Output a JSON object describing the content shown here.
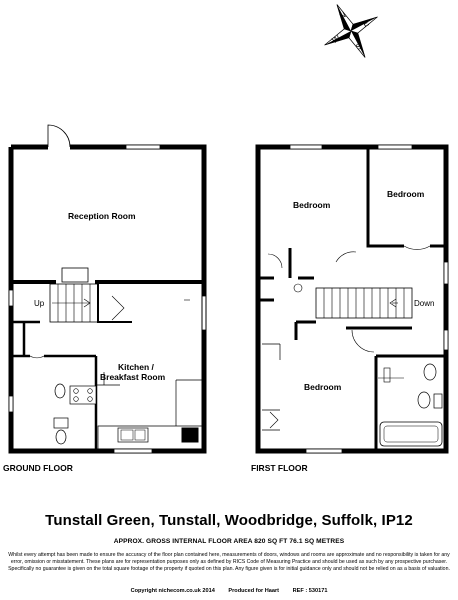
{
  "compass": {
    "n": "N",
    "e": "E",
    "s": "S",
    "w": "W"
  },
  "ground_floor": {
    "heading": "GROUND FLOOR",
    "rooms": {
      "reception": "Reception Room",
      "kitchen_line1": "Kitchen /",
      "kitchen_line2": "Breakfast Room"
    },
    "stairs_label": "Up"
  },
  "first_floor": {
    "heading": "FIRST FLOOR",
    "rooms": {
      "bedroom_1": "Bedroom",
      "bedroom_2": "Bedroom",
      "bedroom_3": "Bedroom"
    },
    "stairs_label": "Down"
  },
  "property": {
    "address": "Tunstall Green, Tunstall, Woodbridge, Suffolk, IP12",
    "area": "APPROX. GROSS INTERNAL FLOOR AREA 820 SQ FT 76.1 SQ METRES"
  },
  "disclaimer": "Whilst every attempt has been made to ensure the accuracy of the floor plan contained here, measurements of doors, windows and rooms are approximate and no responsibility is taken for any error, omission or misstatement. These plans are for representation purposes only as defined by RICS Code of Measuring Practice and should be used as such by any prospective purchaser. Specifically no guarantee is given on the total square footage of the property if quoted on this plan. Any figure given is for initial guidance only and should not be relied on as a basis of valuation.",
  "credits": {
    "copyright": "Copyright nichecom.co.uk 2014",
    "produced": "Produced for Haart",
    "ref": "REF : 530171"
  }
}
